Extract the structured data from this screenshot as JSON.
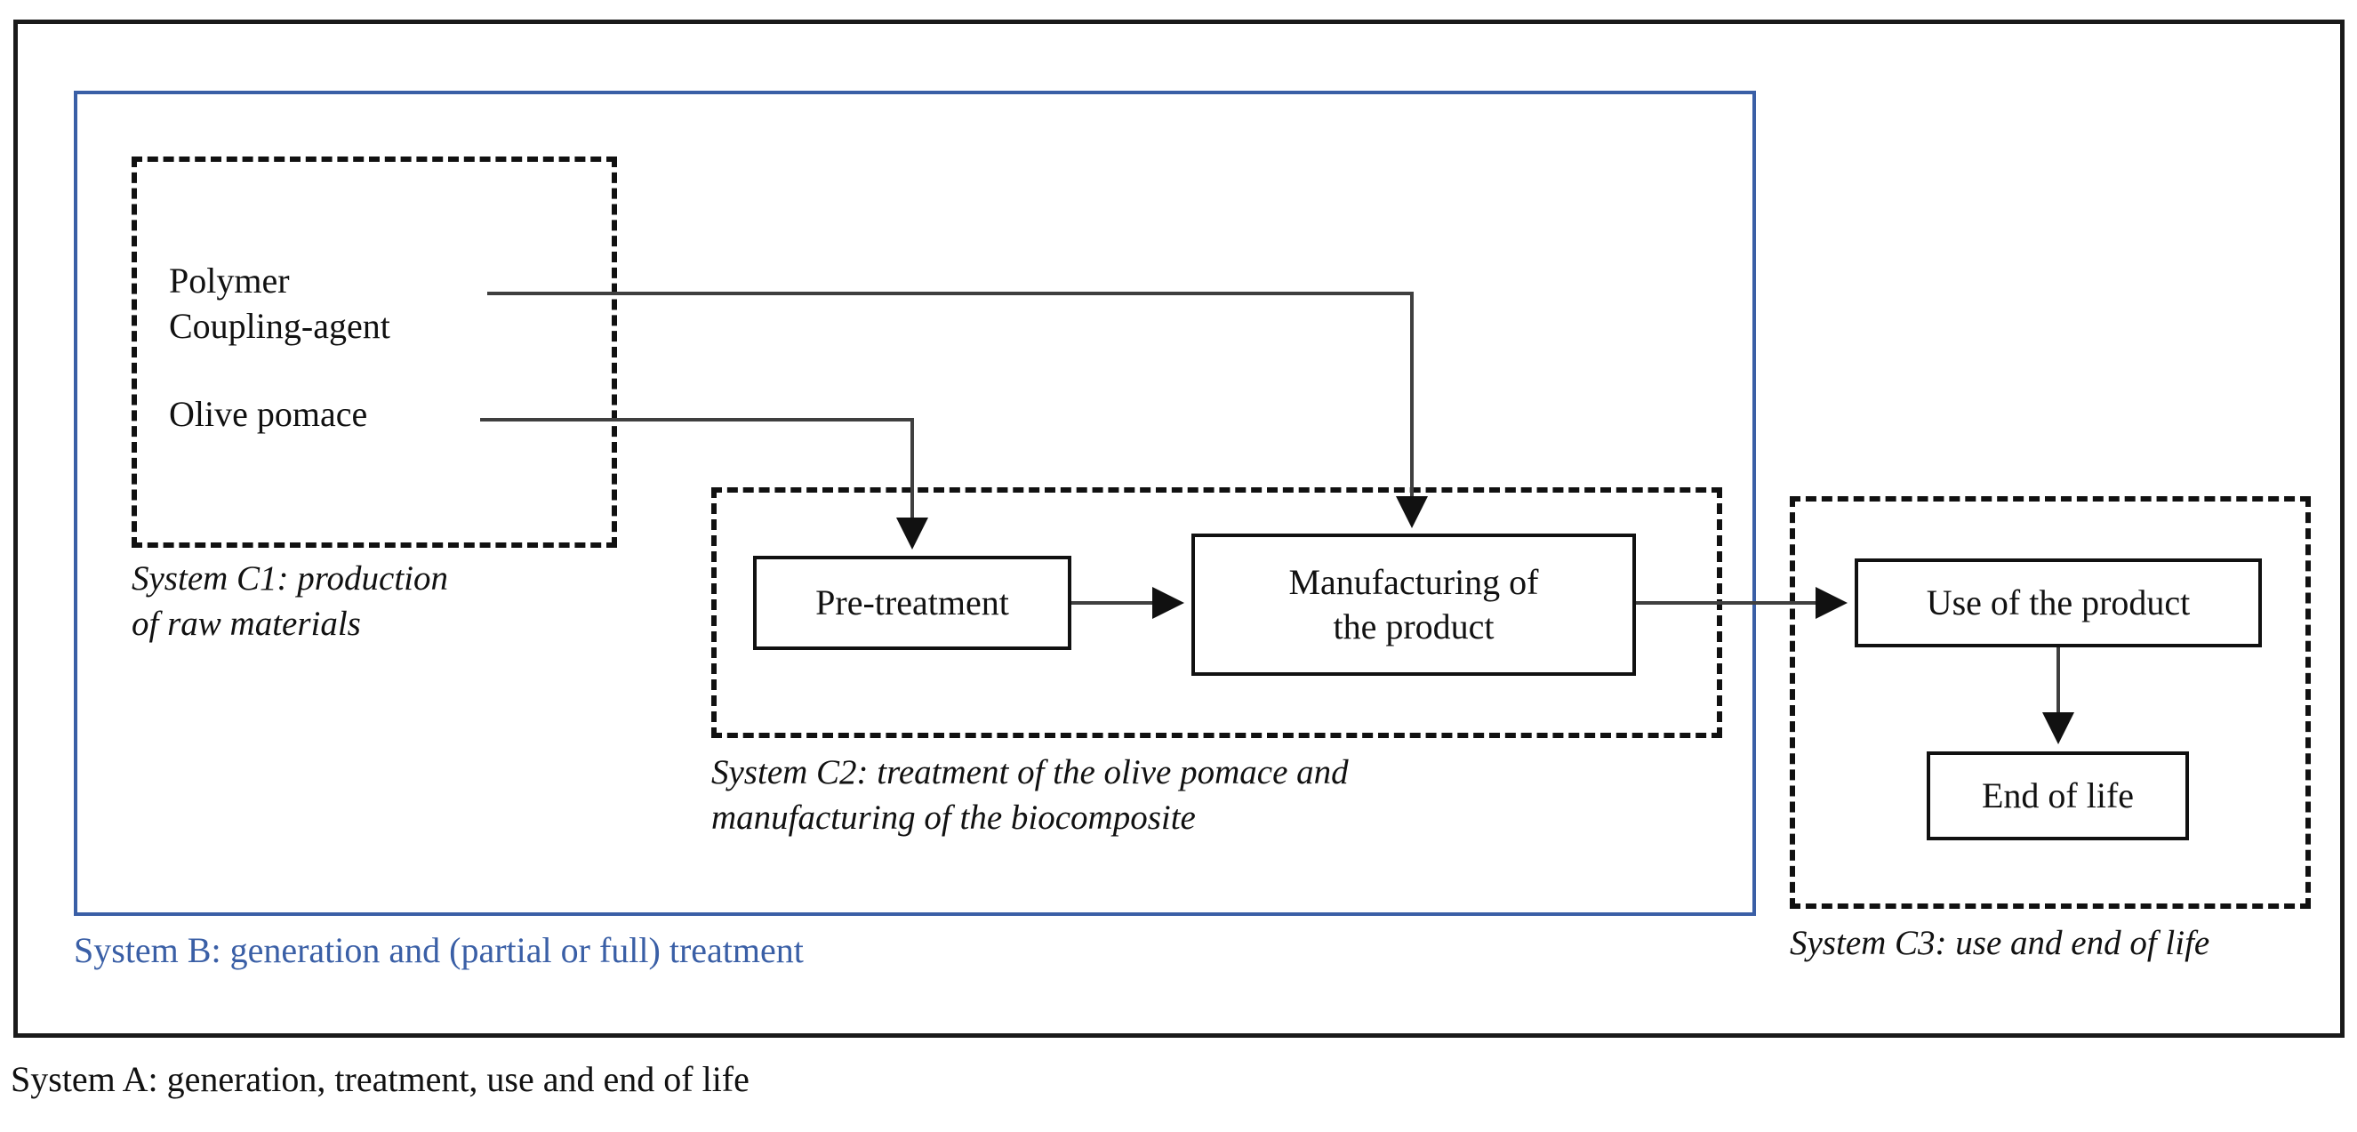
{
  "diagram": {
    "title_caption": "System A: generation, treatment, use and end of life",
    "frames": {
      "system_a": {
        "label": "System A: generation, treatment, use and end of life",
        "style": "solid-black"
      },
      "system_b": {
        "label": "System B: generation and (partial or full) treatment",
        "style": "solid-blue",
        "color": "#3a5fa6"
      },
      "system_c1": {
        "label": "System C1: production\nof raw materials",
        "style": "dashed-black"
      },
      "system_c2": {
        "label": "System C2: treatment of the olive pomace and\nmanufacturing of the biocomposite",
        "style": "dashed-black"
      },
      "system_c3": {
        "label": "System C3: use and end of life",
        "style": "dashed-black"
      }
    },
    "inputs": [
      {
        "name": "polymer-coupling-agent",
        "label": "Polymer\nCoupling-agent"
      },
      {
        "name": "olive-pomace",
        "label": "Olive pomace"
      }
    ],
    "process_boxes": [
      {
        "name": "pre-treatment",
        "label": "Pre-treatment",
        "system": "C2"
      },
      {
        "name": "manufacturing",
        "label": "Manufacturing of\nthe product",
        "system": "C2"
      },
      {
        "name": "use-of-product",
        "label": "Use of the product",
        "system": "C3"
      },
      {
        "name": "end-of-life",
        "label": "End of life",
        "system": "C3"
      }
    ],
    "connections": [
      {
        "from": "polymer-coupling-agent",
        "to": "manufacturing"
      },
      {
        "from": "olive-pomace",
        "to": "pre-treatment"
      },
      {
        "from": "pre-treatment",
        "to": "manufacturing"
      },
      {
        "from": "manufacturing",
        "to": "use-of-product"
      },
      {
        "from": "use-of-product",
        "to": "end-of-life"
      }
    ]
  },
  "colors": {
    "accent_blue": "#3a5fa6",
    "line_black": "#111111",
    "connector_gray": "#3f3f3f"
  }
}
